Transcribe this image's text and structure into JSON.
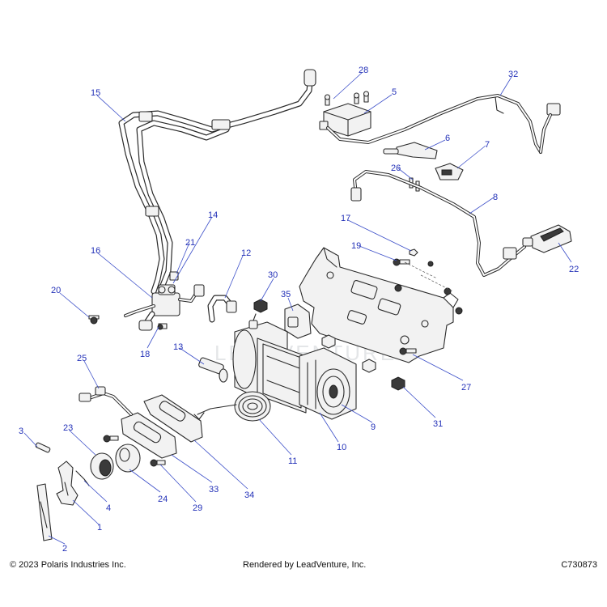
{
  "diagram": {
    "watermark": "LEADVENTURE",
    "callouts": [
      "1",
      "2",
      "3",
      "4",
      "5",
      "6",
      "7",
      "8",
      "9",
      "10",
      "11",
      "12",
      "13",
      "14",
      "15",
      "16",
      "17",
      "18",
      "19",
      "20",
      "21",
      "22",
      "23",
      "24",
      "25",
      "26",
      "27",
      "28",
      "29",
      "30",
      "31",
      "32",
      "33",
      "34",
      "35"
    ]
  },
  "footer": {
    "copyright": "© 2023 Polaris Industries Inc.",
    "rendered_by": "Rendered by LeadVenture, Inc.",
    "diagram_code": "C730873"
  },
  "colors": {
    "callout": "#2331b8",
    "leader": "#3b4ec8",
    "linework": "#2a2a2a"
  }
}
